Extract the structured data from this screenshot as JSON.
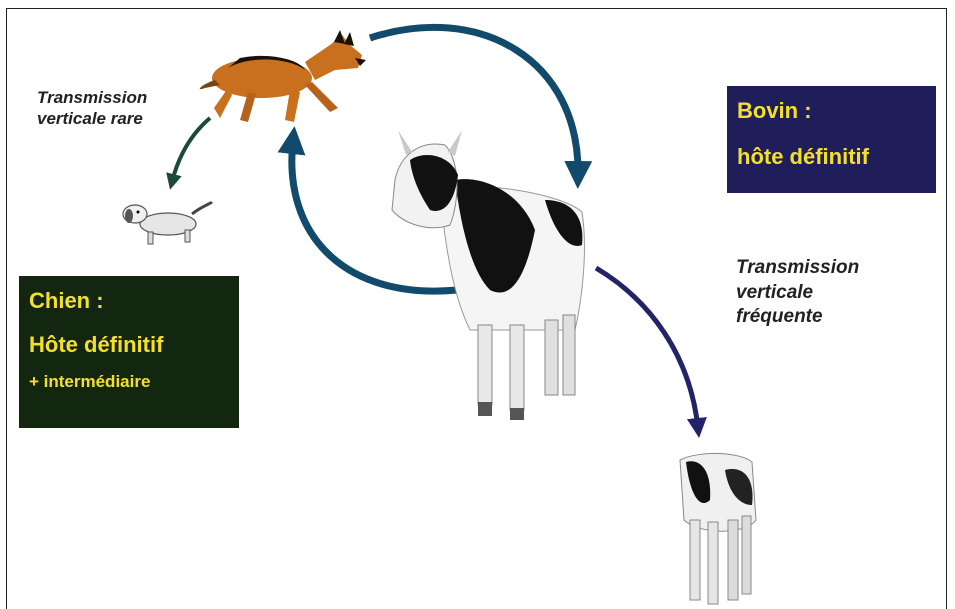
{
  "labels": {
    "rare": [
      "Transmission",
      "verticale rare"
    ],
    "frequent": [
      "Transmission",
      "verticale",
      "fréquente"
    ]
  },
  "bovin_box": {
    "title": "Bovin :",
    "role": "hôte définitif",
    "background": "#1f1d5a",
    "text_color": "#f4e02a"
  },
  "chien_box": {
    "title": "Chien :",
    "role": "Hôte définitif",
    "extra": "+ intermédiaire",
    "background": "#13260f",
    "text_color": "#f4e02a"
  },
  "colors": {
    "cycle_arrow": "#124a6b",
    "rare_arrow": "#1d4a35",
    "frequent_arrow": "#23236a"
  },
  "icons": [
    "adult-dog-icon",
    "puppy-icon",
    "adult-cow-icon",
    "calf-icon"
  ]
}
